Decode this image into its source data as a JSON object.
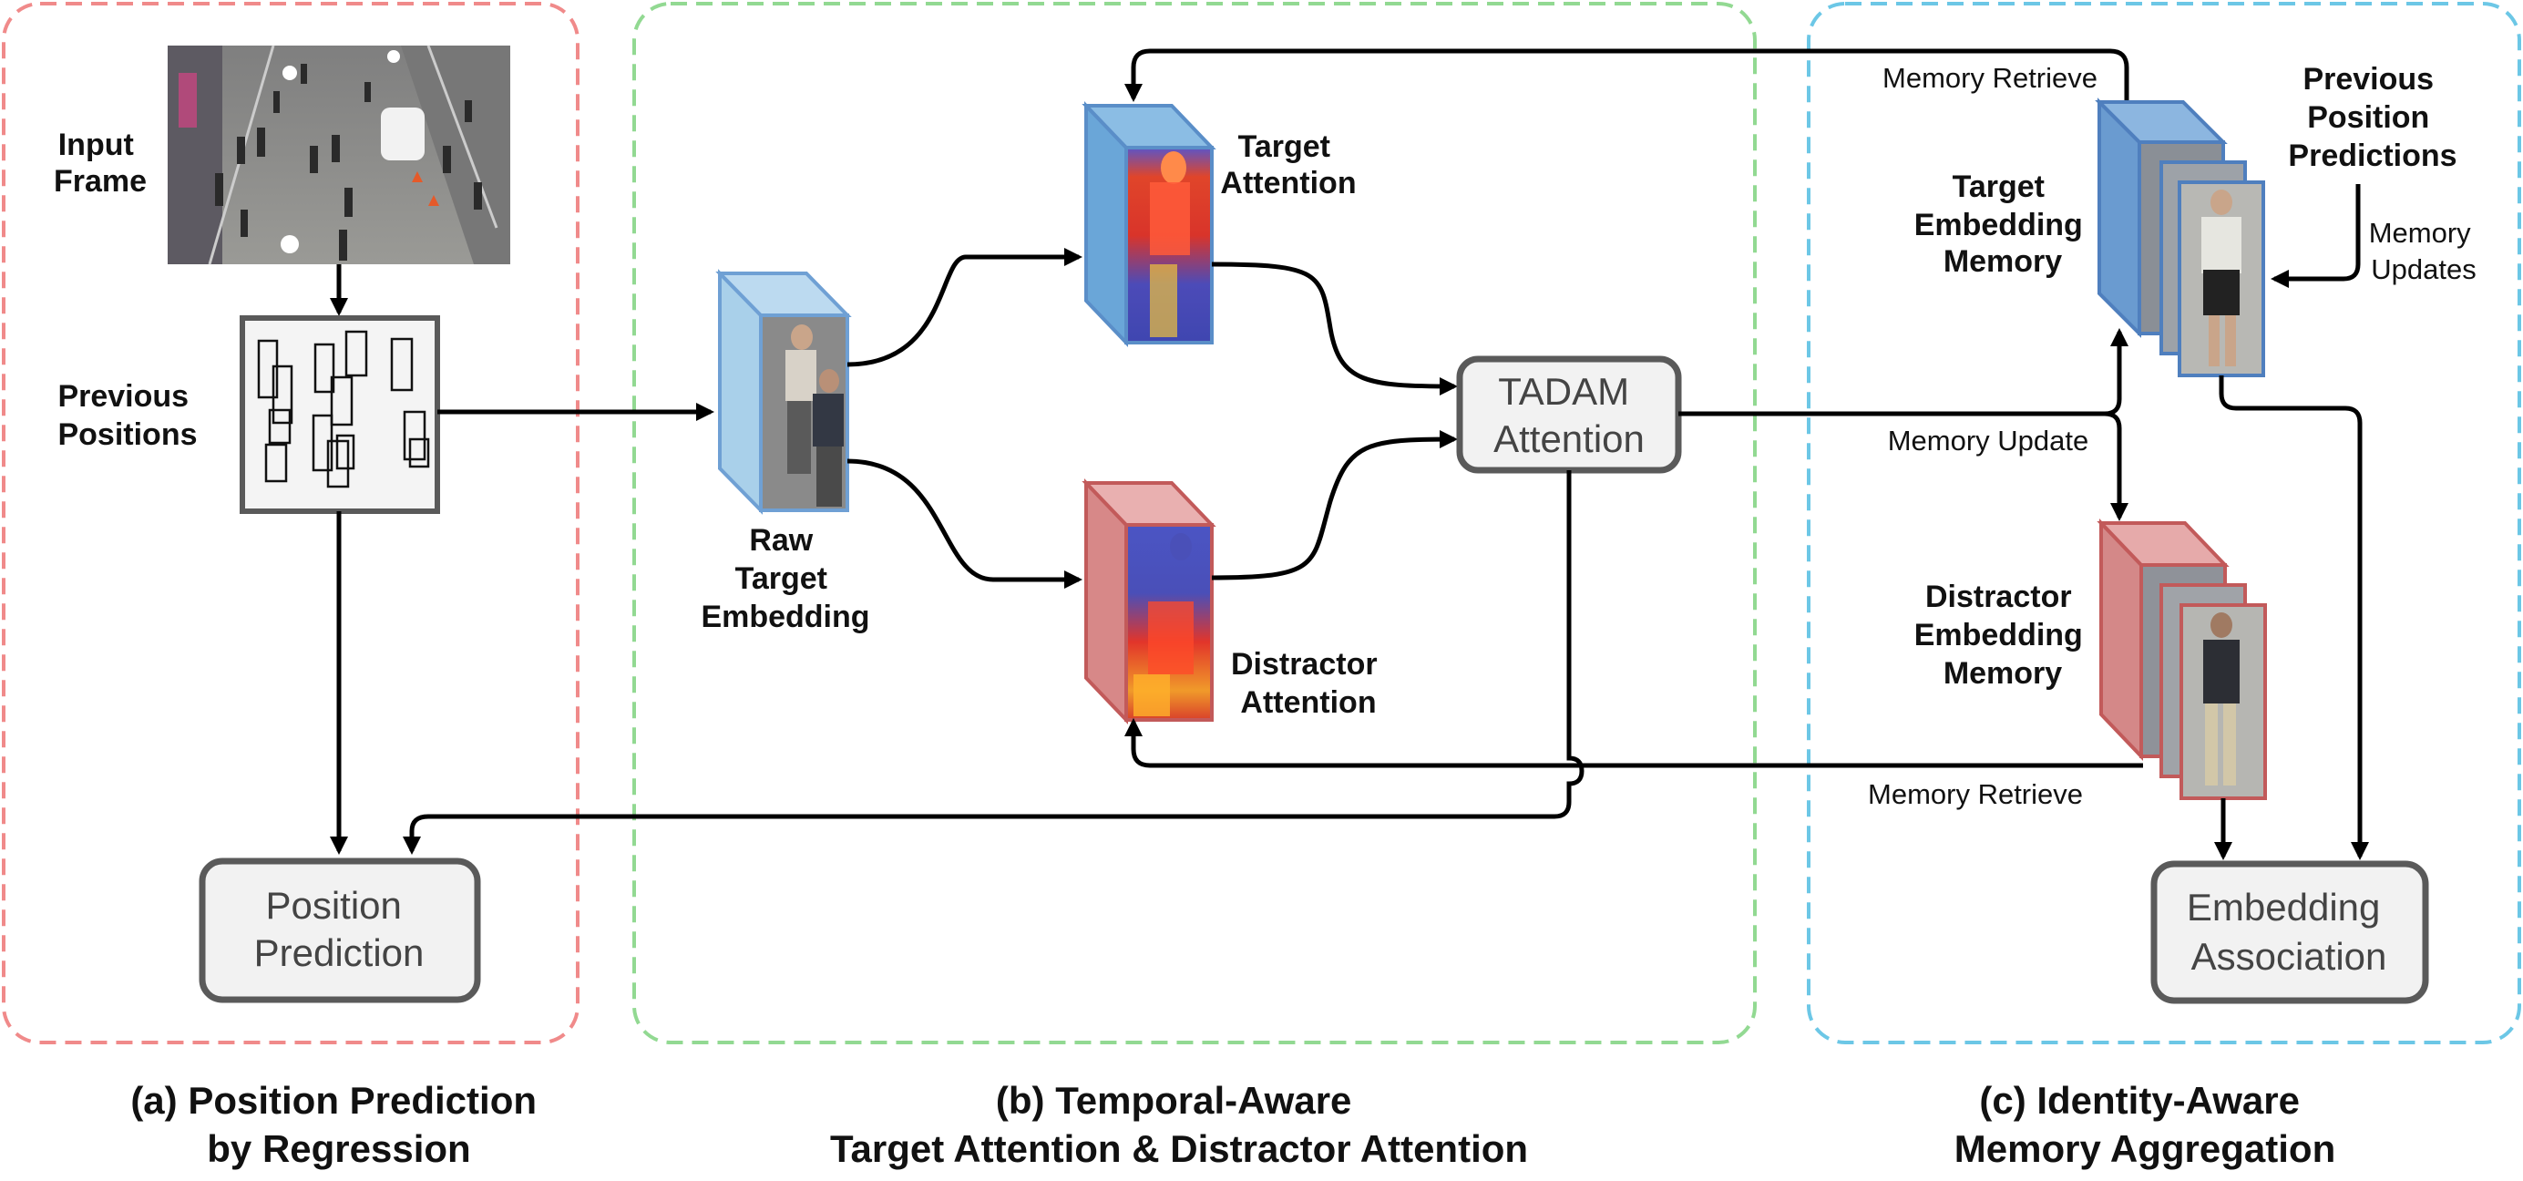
{
  "panels": {
    "a": {
      "caption_line1": "(a) Position Prediction",
      "caption_line2": "by Regression",
      "input_frame_line1": "Input",
      "input_frame_line2": "Frame",
      "previous_positions_line1": "Previous",
      "previous_positions_line2": "Positions",
      "position_prediction_line1": "Position",
      "position_prediction_line2": "Prediction"
    },
    "b": {
      "caption_line1": "(b) Temporal-Aware",
      "caption_line2": "Target Attention & Distractor Attention",
      "raw_embedding_line1": "Raw",
      "raw_embedding_line2": "Target",
      "raw_embedding_line3": "Embedding",
      "target_attention_line1": "Target",
      "target_attention_line2": "Attention",
      "distractor_attention_line1": "Distractor",
      "distractor_attention_line2": "Attention",
      "tadam_line1": "TADAM",
      "tadam_line2": "Attention"
    },
    "c": {
      "caption_line1": "(c) Identity-Aware",
      "caption_line2": "Memory Aggregation",
      "memory_retrieve_top": "Memory Retrieve",
      "memory_retrieve_bottom": "Memory Retrieve",
      "memory_update": "Memory Update",
      "memory_updates_line1": "Memory",
      "memory_updates_line2": "Updates",
      "prev_pos_pred_line1": "Previous",
      "prev_pos_pred_line2": "Position",
      "prev_pos_pred_line3": "Predictions",
      "target_memory_line1": "Target",
      "target_memory_line2": "Embedding",
      "target_memory_line3": "Memory",
      "distractor_memory_line1": "Distractor",
      "distractor_memory_line2": "Embedding",
      "distractor_memory_line3": "Memory",
      "embedding_association_line1": "Embedding",
      "embedding_association_line2": "Association"
    }
  },
  "colors": {
    "panel_a_border": "#f08a8a",
    "panel_b_border": "#92d992",
    "panel_c_border": "#6cc7e6",
    "blue_front": "#6fa0d4",
    "blue_side": "#8ab6e0",
    "red_front": "#e2a4a4",
    "red_side": "#d57f7f",
    "box_border": "#5a5a5a",
    "box_fill": "#f2f2f2"
  }
}
